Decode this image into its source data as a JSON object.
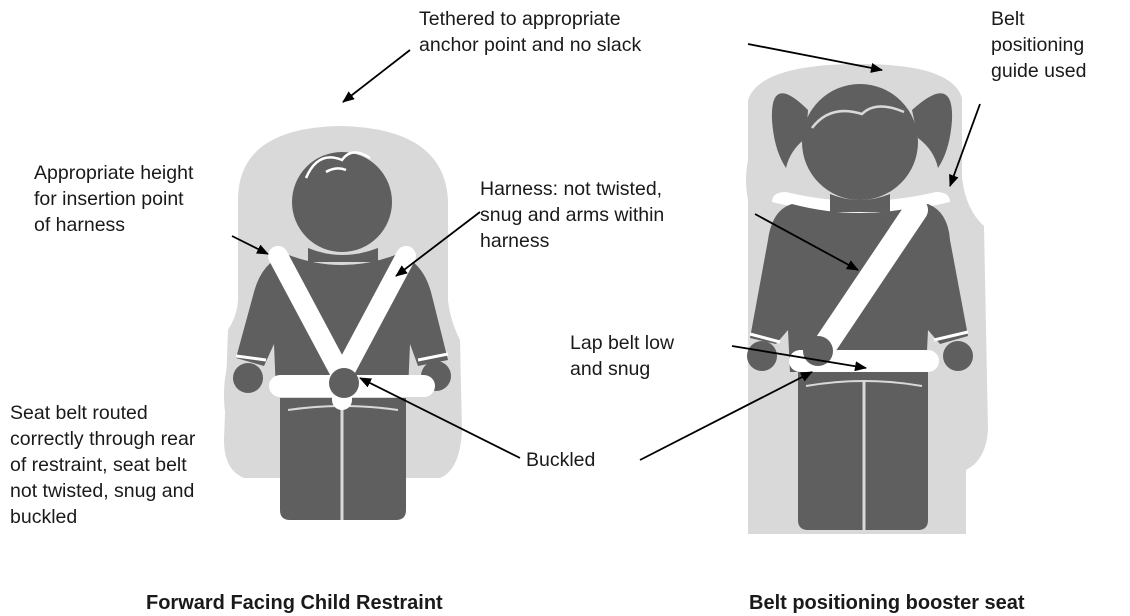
{
  "colors": {
    "figure": "#5f5f5f",
    "seat": "#d9d9d9",
    "strap": "#ffffff",
    "text": "#1a1a1a"
  },
  "labels": {
    "tethered": "Tethered to appropriate\nanchor point and no slack",
    "belt_guide": "Belt\npositioning\nguide used",
    "height": "Appropriate height\nfor insertion point\nof harness",
    "harness": "Harness: not twisted,\nsnug and arms within\nharness",
    "lap_belt": "Lap belt low\nand snug",
    "seat_belt": "Seat belt routed\ncorrectly through  rear\nof restraint, seat belt\nnot twisted, snug and\nbuckled",
    "buckled": "Buckled"
  },
  "captions": {
    "forward": "Forward Facing Child Restraint",
    "booster": "Belt positioning booster seat"
  }
}
